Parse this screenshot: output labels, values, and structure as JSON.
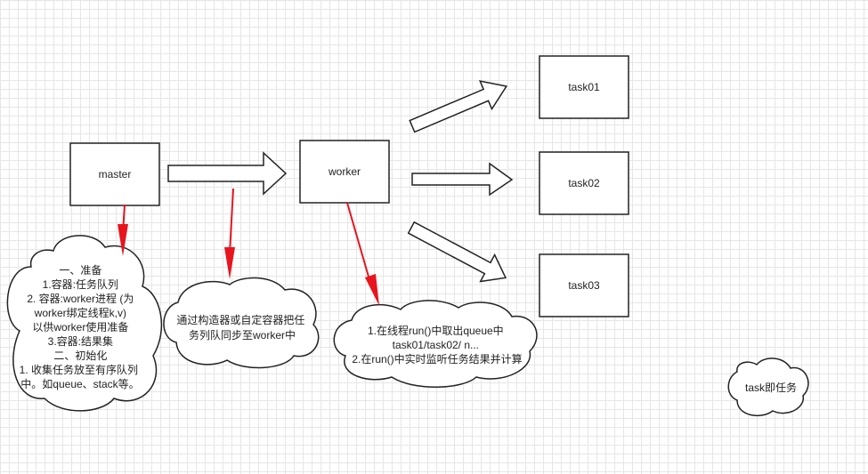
{
  "nodes": {
    "master": "master",
    "worker": "worker",
    "task01": "task01",
    "task02": "task02",
    "task03": "task03"
  },
  "clouds": {
    "prepare": [
      "一、准备",
      "1.容器:任务队列",
      "2. 容器:worker进程 (为",
      "worker绑定线程k,v)",
      "以供worker使用准备",
      "3.容器:结果集",
      "二、初始化",
      "1. 收集任务放至有序队列",
      "中。如queue、stack等。"
    ],
    "sync": [
      "通过构造器或自定容器把任",
      "务列队同步至worker中"
    ],
    "run": [
      "1.在线程run()中取出queue中",
      "task01/task02/ n...",
      "2.在run()中实时监听任务结果并计算"
    ],
    "task_note": [
      "task即任务"
    ]
  },
  "colors": {
    "stroke": "#222222",
    "red_arrow": "#e8141e",
    "fill": "#ffffff"
  }
}
